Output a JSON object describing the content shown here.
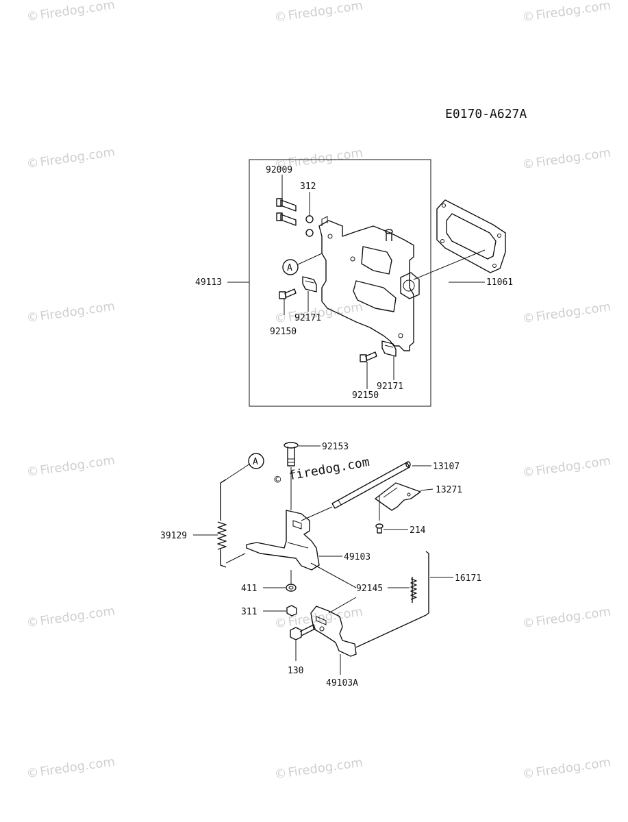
{
  "diagram_code": "E0170-A627A",
  "watermark": "Firedog.com",
  "watermark_center": "firedog.com",
  "copyright_symbol": "©",
  "callout_a": "A",
  "parts": {
    "p92009": "92009",
    "p312": "312",
    "p49113": "49113",
    "p11061": "11061",
    "p92171_top": "92171",
    "p92150_top": "92150",
    "p92171_bottom": "92171",
    "p92150_bottom": "92150",
    "p92153": "92153",
    "p13107": "13107",
    "p13271": "13271",
    "p214": "214",
    "p39129": "39129",
    "p49103": "49103",
    "p411": "411",
    "p92145": "92145",
    "p16171": "16171",
    "p311": "311",
    "p130": "130",
    "p49103A": "49103A"
  }
}
